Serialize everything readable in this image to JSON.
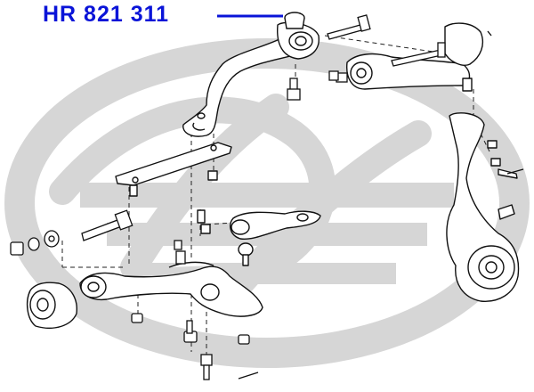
{
  "part_label": {
    "text": "HR 821 311",
    "color": "#0a14d8"
  },
  "watermark": {
    "name": "brand-logo-watermark",
    "color": "#d6d6d6"
  },
  "diagram": {
    "line_color": "#111111",
    "callout_color": "#0a14d8",
    "parts": [
      "strut-rod-bracket",
      "highlighted-bushing",
      "upper-control-arm",
      "steering-knuckle",
      "lower-control-arm",
      "front-bushing",
      "ball-joint",
      "stabilizer-bracket-plate"
    ]
  }
}
